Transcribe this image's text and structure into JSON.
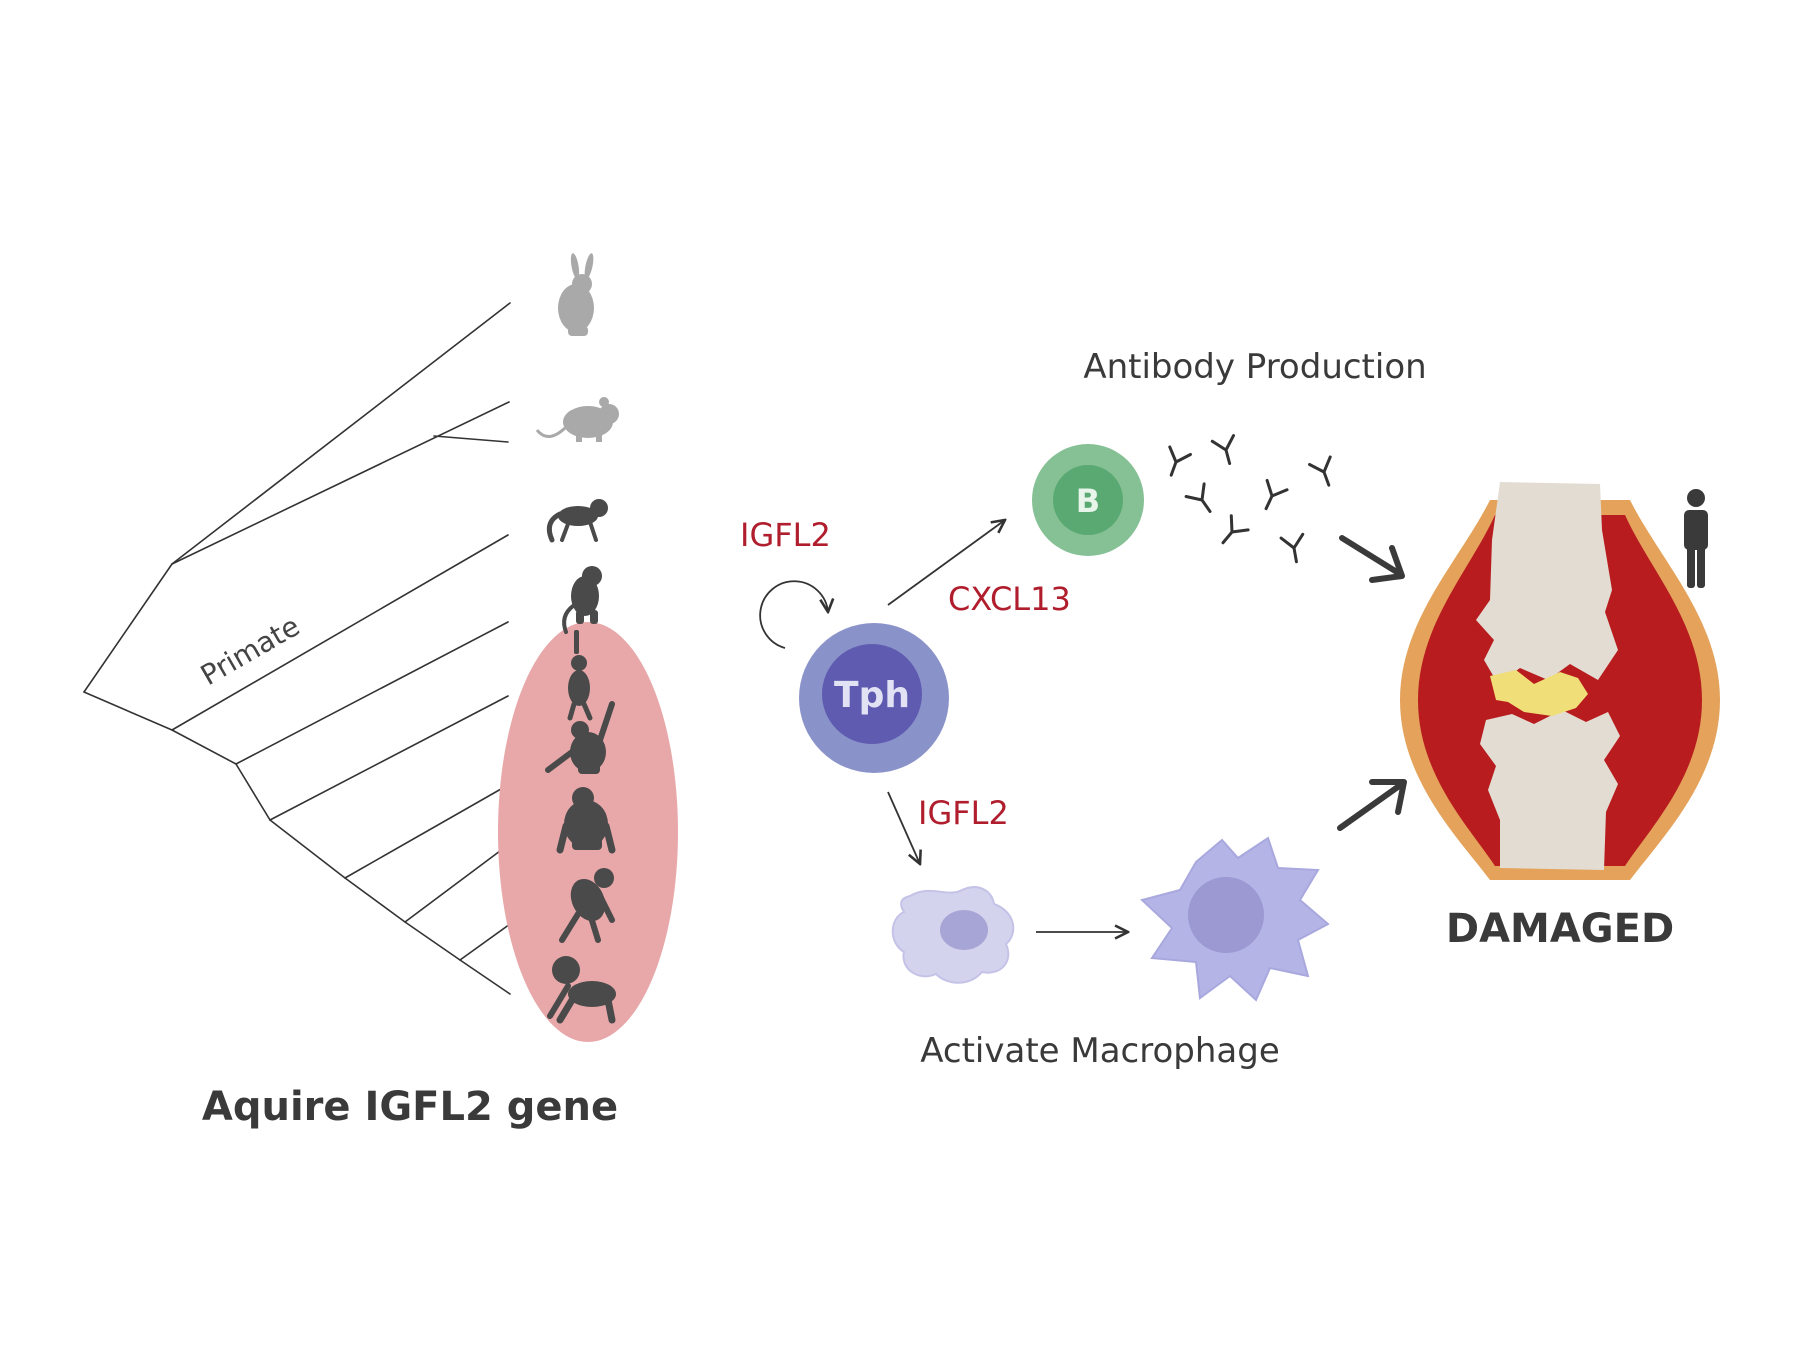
{
  "labels": {
    "primate": "Primate",
    "acquire_gene": "Aquire IGFL2 gene",
    "antibody_production": "Antibody Production",
    "igfl2_autocrine": "IGFL2",
    "cxcl13": "CXCL13",
    "igfl2_to_macrophage": "IGFL2",
    "activate_macrophage": "Activate Macrophage",
    "damaged": "DAMAGED"
  },
  "cells": {
    "tph": "Tph",
    "b_cell": "B"
  },
  "colors": {
    "cytokine_text": "#b01e2e",
    "dark_text": "#3a3a3a",
    "tree_line": "#333333",
    "primate_highlight": "#e8a8aa",
    "tph_outer": "#8a93c9",
    "tph_inner": "#5e5bb0",
    "b_outer": "#86c196",
    "b_inner": "#5aa872",
    "macrophage": "#bcbce8",
    "macrophage_nucleus": "#9e9cd6",
    "synovium_outer": "#e4a25a",
    "inflamed_synovium": "#b81c1f",
    "bone": "#e3dcd2",
    "cartilage_remnant": "#f0df78",
    "silhouette_gray": "#a9a9a9",
    "silhouette_dark": "#4a4a4a"
  },
  "icons": {
    "species": [
      "rabbit-icon",
      "mouse-icon",
      "marmoset-icon",
      "macaque-icon",
      "gibbon-icon",
      "orangutan-icon",
      "gorilla-icon",
      "chimpanzee-icon",
      "human-baby-icon"
    ],
    "antibody": "antibody-icon",
    "person": "person-icon",
    "joint": "inflamed-joint-icon"
  }
}
